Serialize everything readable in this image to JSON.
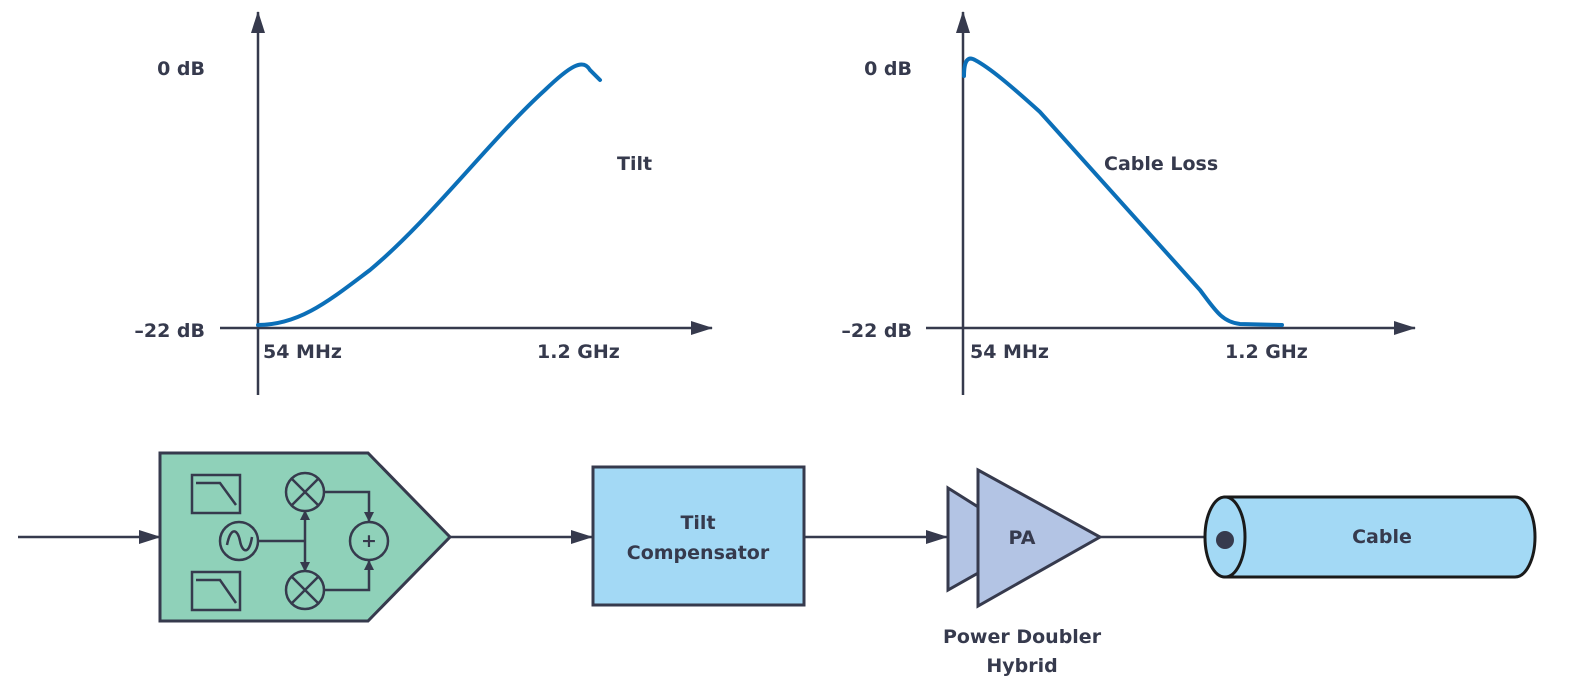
{
  "charts": [
    {
      "y_top_label": "0 dB",
      "y_bottom_label": "–22 dB",
      "x_left_label": "54 MHz",
      "x_right_label": "1.2 GHz",
      "curve_label": "Tilt",
      "trend": "rising"
    },
    {
      "y_top_label": "0 dB",
      "y_bottom_label": "–22 dB",
      "x_left_label": "54 MHz",
      "x_right_label": "1.2 GHz",
      "curve_label": "Cable Loss",
      "trend": "falling"
    }
  ],
  "blocks": {
    "modulator": {
      "adder_symbol": "+"
    },
    "tilt_compensator": {
      "line1": "Tilt",
      "line2": "Compensator"
    },
    "pa": {
      "label": "PA",
      "caption_line1": "Power Doubler",
      "caption_line2": "Hybrid"
    },
    "cable": {
      "label": "Cable"
    }
  },
  "colors": {
    "curve": "#0b6fb8",
    "modulator_fill": "#8fd1b9",
    "tilt_fill": "#a3d9f5",
    "pa_fill": "#b3c4e4",
    "cable_fill": "#a3d9f5",
    "ink": "#363a4d"
  }
}
